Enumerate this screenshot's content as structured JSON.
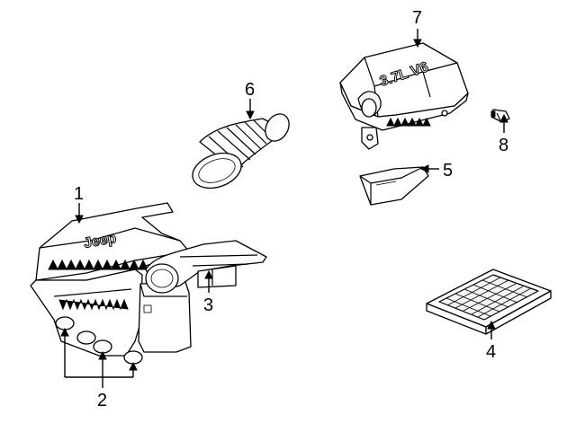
{
  "diagram": {
    "callouts": {
      "c1": "1",
      "c2": "2",
      "c3": "3",
      "c4": "4",
      "c5": "5",
      "c6": "6",
      "c7": "7",
      "c8": "8"
    },
    "engine_cover_emboss": "3.7L V6",
    "brand_emboss": "Jeep"
  }
}
